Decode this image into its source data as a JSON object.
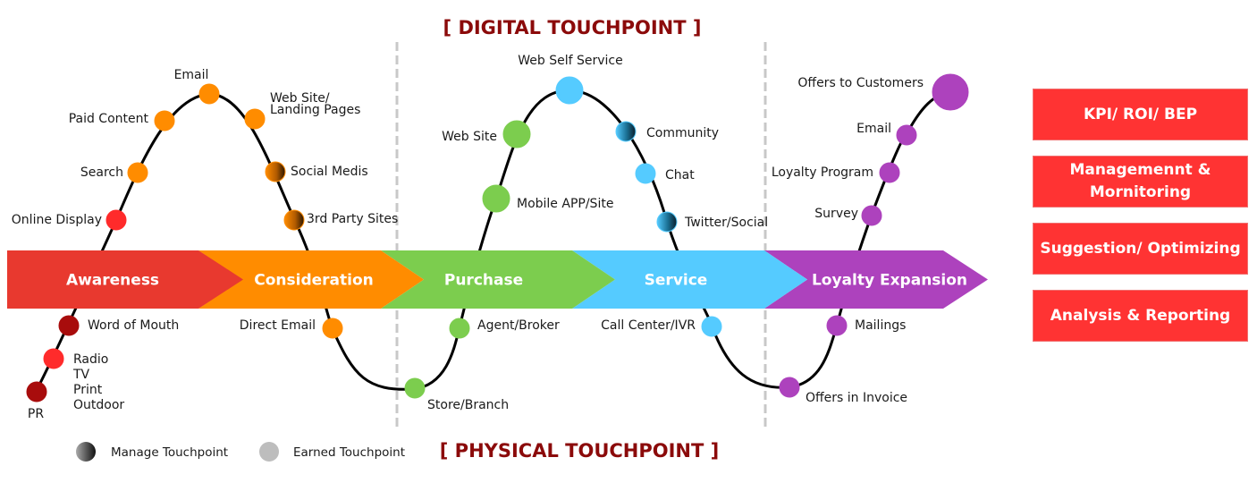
{
  "headings": {
    "digital": "[ DIGITAL TOUCHPOINT ]",
    "physical": "[ PHYSICAL TOUCHPOINT ]"
  },
  "colors": {
    "awareness": "#e8392f",
    "consideration": "#ff8c00",
    "purchase": "#7ccd4e",
    "service": "#55cbff",
    "loyalty": "#ad42bd",
    "heading": "#8b0a0a",
    "side_box": "#ff3333",
    "dark_red": "#a80c0c",
    "bright_red": "#ff2b2b"
  },
  "stages": [
    {
      "label": "Awareness",
      "color": "#e8392f"
    },
    {
      "label": "Consideration",
      "color": "#ff8c00"
    },
    {
      "label": "Purchase",
      "color": "#7ccd4e"
    },
    {
      "label": "Service",
      "color": "#55cbff"
    },
    {
      "label": "Loyalty Expansion",
      "color": "#ad42bd"
    }
  ],
  "touchpoints": [
    {
      "label": "PR",
      "stage": "Awareness",
      "type": "physical",
      "color": "#a80c0c"
    },
    {
      "label": "Radio\nTV\nPrint\nOutdoor",
      "stage": "Awareness",
      "type": "physical",
      "color": "#ff2b2b"
    },
    {
      "label": "Word of Mouth",
      "stage": "Awareness",
      "type": "physical",
      "color": "#a80c0c"
    },
    {
      "label": "Online Display",
      "stage": "Awareness",
      "type": "digital",
      "color": "#ff2b2b"
    },
    {
      "label": "Search",
      "stage": "Consideration",
      "type": "digital",
      "color": "#ff8c00"
    },
    {
      "label": "Paid Content",
      "stage": "Consideration",
      "type": "digital",
      "color": "#ff8c00"
    },
    {
      "label": "Email",
      "stage": "Consideration",
      "type": "digital",
      "color": "#ff8c00"
    },
    {
      "label": "Web Site/\nLanding Pages",
      "stage": "Consideration",
      "type": "digital",
      "color": "#ff8c00"
    },
    {
      "label": "Social Medis",
      "stage": "Consideration",
      "type": "digital",
      "color": "#ff8c00",
      "managed": true
    },
    {
      "label": "3rd Party Sites",
      "stage": "Consideration",
      "type": "digital",
      "color": "#ff8c00",
      "managed": true
    },
    {
      "label": "Direct Email",
      "stage": "Consideration",
      "type": "physical",
      "color": "#ff8c00"
    },
    {
      "label": "Store/Branch",
      "stage": "Purchase",
      "type": "physical",
      "color": "#7ccd4e"
    },
    {
      "label": "Agent/Broker",
      "stage": "Purchase",
      "type": "physical",
      "color": "#7ccd4e"
    },
    {
      "label": "Mobile APP/Site",
      "stage": "Purchase",
      "type": "digital",
      "color": "#7ccd4e"
    },
    {
      "label": "Web Site",
      "stage": "Purchase",
      "type": "digital",
      "color": "#7ccd4e"
    },
    {
      "label": "Web Self Service",
      "stage": "Service",
      "type": "digital",
      "color": "#55cbff"
    },
    {
      "label": "Community",
      "stage": "Service",
      "type": "digital",
      "color": "#55cbff",
      "managed": true
    },
    {
      "label": "Chat",
      "stage": "Service",
      "type": "digital",
      "color": "#55cbff"
    },
    {
      "label": "Twitter/Social",
      "stage": "Service",
      "type": "digital",
      "color": "#55cbff",
      "managed": true
    },
    {
      "label": "Call Center/IVR",
      "stage": "Service",
      "type": "physical",
      "color": "#55cbff"
    },
    {
      "label": "Offers in Invoice",
      "stage": "Loyalty Expansion",
      "type": "physical",
      "color": "#ad42bd"
    },
    {
      "label": "Mailings",
      "stage": "Loyalty Expansion",
      "type": "physical",
      "color": "#ad42bd"
    },
    {
      "label": "Survey",
      "stage": "Loyalty Expansion",
      "type": "digital",
      "color": "#ad42bd"
    },
    {
      "label": "Loyalty Program",
      "stage": "Loyalty Expansion",
      "type": "digital",
      "color": "#ad42bd"
    },
    {
      "label": "Email",
      "stage": "Loyalty Expansion",
      "type": "digital",
      "color": "#ad42bd"
    },
    {
      "label": "Offers to Customers",
      "stage": "Loyalty Expansion",
      "type": "digital",
      "color": "#ad42bd"
    }
  ],
  "legend": [
    {
      "label": "Manage Touchpoint",
      "icon": "gradient-dot"
    },
    {
      "label": "Earned Touchpoint",
      "icon": "gray-dot"
    }
  ],
  "side_panel": [
    {
      "label": "KPI/ ROI/ BEP"
    },
    {
      "label": "Managemennt & Mornitoring"
    },
    {
      "label": "Suggestion/ Optimizing"
    },
    {
      "label": "Analysis & Reporting"
    }
  ]
}
